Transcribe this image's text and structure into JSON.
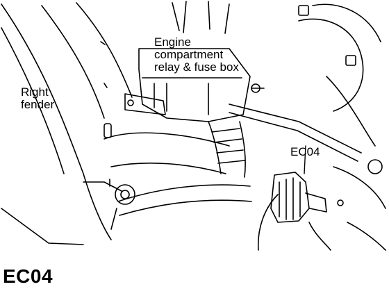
{
  "labels": {
    "fuse_box": [
      "Engine",
      "compartment",
      "relay & fuse box"
    ],
    "right_fender": [
      "Right",
      "fender"
    ],
    "connector": "EC04"
  },
  "page_code": "EC04"
}
